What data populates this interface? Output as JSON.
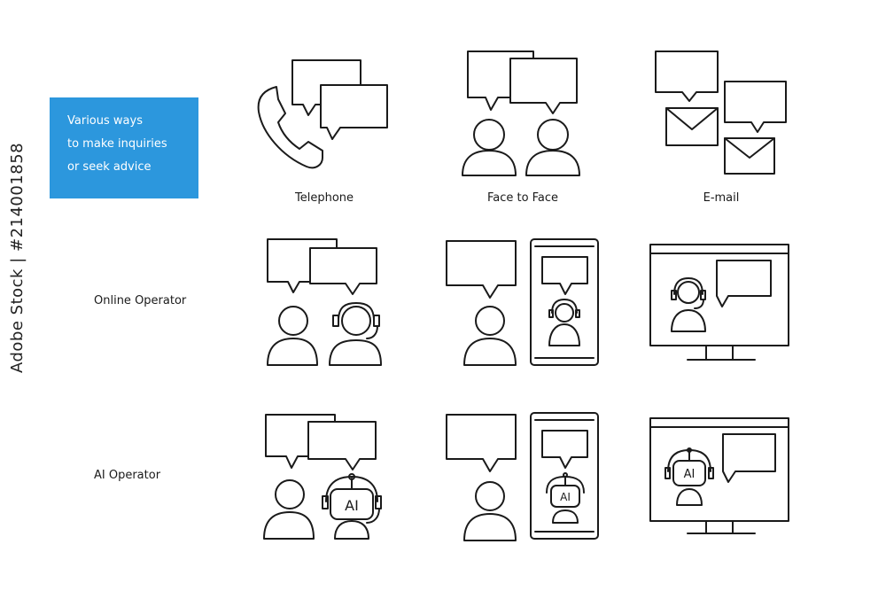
{
  "title_lines": [
    "Various ways",
    "to make inquiries",
    "or seek advice"
  ],
  "columns": [
    "Telephone",
    "Face to Face",
    "E-mail"
  ],
  "rows": [
    "Online Operator",
    "AI Operator"
  ],
  "ai_badge": "AI",
  "side_id": "Adobe Stock | #214001858",
  "colors": {
    "accent": "#2c97dd",
    "stroke": "#1a1a1a"
  }
}
